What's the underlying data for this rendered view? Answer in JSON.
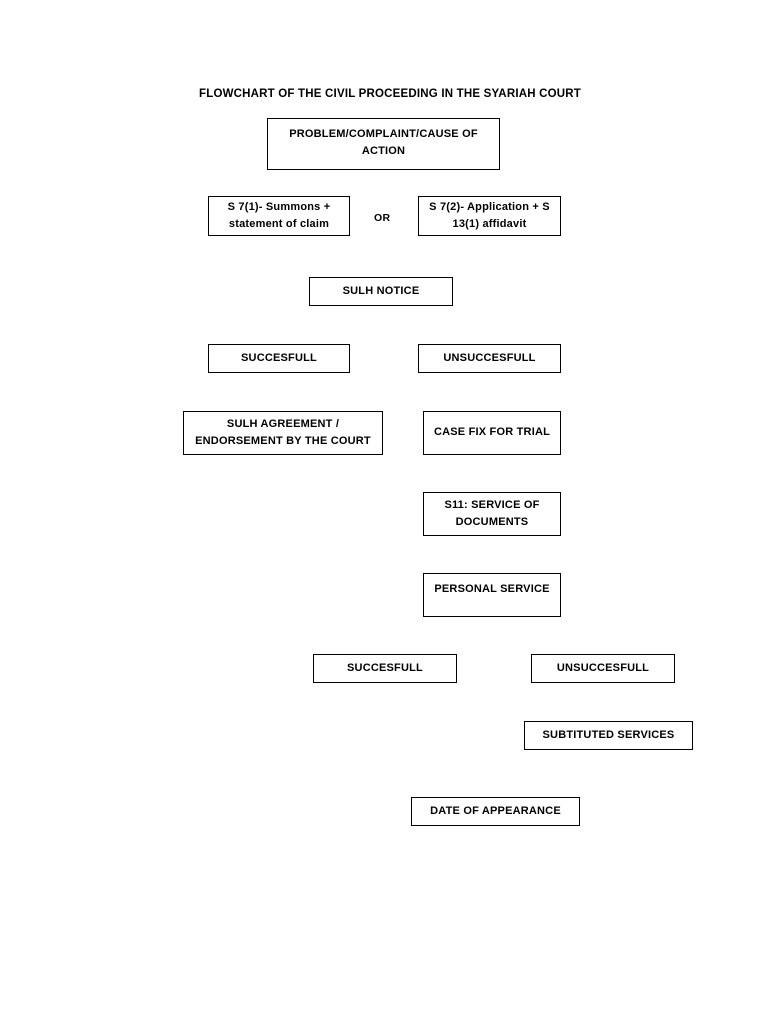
{
  "document": {
    "title": "FLOWCHART OF THE CIVIL PROCEEDING IN THE SYARIAH COURT",
    "page_background": "#ffffff",
    "line_color": "#000000",
    "text_color": "#000000"
  },
  "flowchart": {
    "connector_label_or": "OR",
    "nodes": [
      {
        "id": "problem",
        "label": "PROBLEM/COMPLAINT/CAUSE OF ACTION"
      },
      {
        "id": "summons",
        "label": "S 7(1)- Summons + statement of claim"
      },
      {
        "id": "application",
        "label": "S 7(2)- Application + S 13(1) affidavit"
      },
      {
        "id": "sulh-notice",
        "label": "SULH NOTICE"
      },
      {
        "id": "sulh-success",
        "label": "SUCCESFULL"
      },
      {
        "id": "sulh-unsuccess",
        "label": "UNSUCCESFULL"
      },
      {
        "id": "sulh-agreement",
        "label": "SULH AGREEMENT / ENDORSEMENT BY THE COURT"
      },
      {
        "id": "case-fix-trial",
        "label": "CASE FIX FOR TRIAL"
      },
      {
        "id": "service-docs",
        "label": "S11: SERVICE OF DOCUMENTS"
      },
      {
        "id": "personal-service",
        "label": "PERSONAL SERVICE"
      },
      {
        "id": "service-success",
        "label": "SUCCESFULL"
      },
      {
        "id": "service-unsuccess",
        "label": "UNSUCCESFULL"
      },
      {
        "id": "substituted-services",
        "label": "SUBTITUTED SERVICES"
      },
      {
        "id": "date-appearance",
        "label": "DATE OF APPEARANCE"
      }
    ]
  }
}
